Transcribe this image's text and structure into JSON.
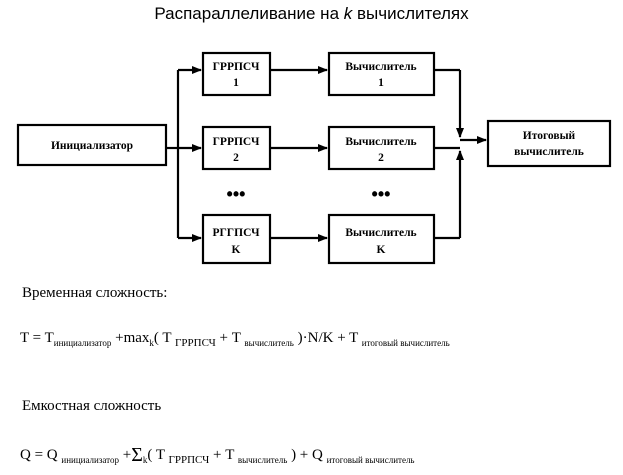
{
  "title": {
    "prefix": "Распараллеливание на ",
    "k": "k",
    "suffix": " вычислителях"
  },
  "nodes": {
    "init": "Инициализатор",
    "g1_line1": "ГРРПСЧ",
    "g1_line2": "1",
    "g2_line1": "ГРРПСЧ",
    "g2_line2": "2",
    "gk_line1": "РГГПСЧ",
    "gk_line2": "K",
    "c1_line1": "Вычислитель",
    "c1_line2": "1",
    "c2_line1": "Вычислитель",
    "c2_line2": "2",
    "ck_line1": "Вычислитель",
    "ck_line2": "K",
    "final_line1": "Итоговый",
    "final_line2": "вычислитель",
    "ellipsis": "•••"
  },
  "time": {
    "heading": "Временная сложность:",
    "lhs": "T = T",
    "sub_init": "инициализатор",
    "plus_max": " +max",
    "sub_k": "k",
    "open": "( T",
    "sub_grr": "ГРРПСЧ",
    "plus_t": " + T",
    "sub_calc": "вычислитель",
    "close": " )·N/K + T",
    "sub_final": "итоговый вычислитель"
  },
  "capacity": {
    "heading": "Емкостная сложность",
    "lhs": "Q = Q",
    "sub_init": "инициализатор",
    "plus": " +",
    "sigma": "Σ",
    "sub_k": "k",
    "open": "( T",
    "sub_grr": "ГРРПСЧ",
    "plus_t": " + T",
    "sub_calc": "вычислитель",
    "close": " ) + Q",
    "sub_final": "итоговый вычислитель"
  }
}
